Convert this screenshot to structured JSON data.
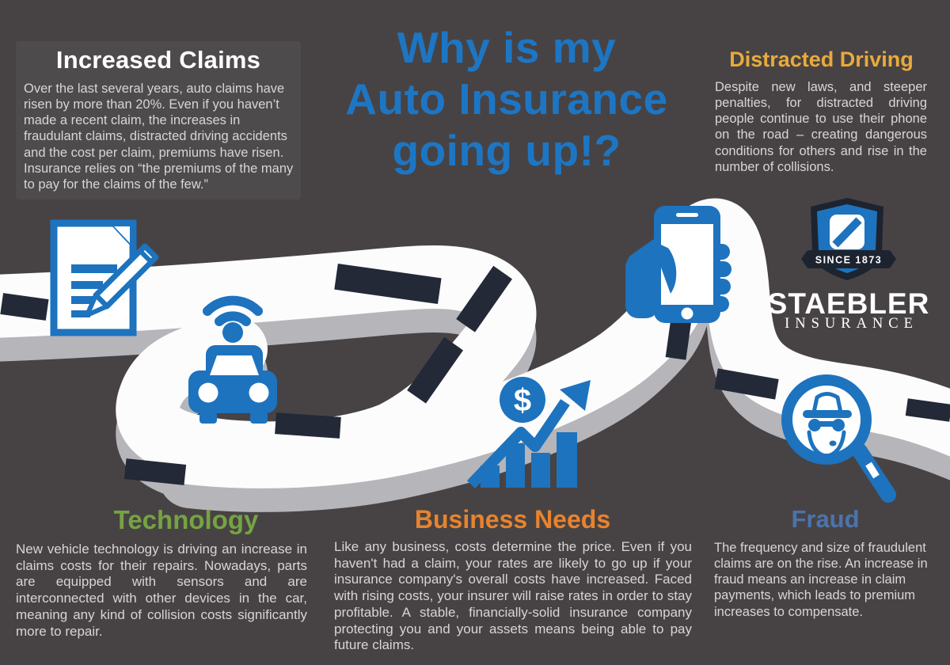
{
  "title": {
    "lines": [
      "Why is my",
      "Auto Insurance",
      "going up!?"
    ]
  },
  "sections": {
    "increased_claims": {
      "heading": "Increased Claims",
      "body": "Over the last several years, auto claims have risen by more than 20%. Even if you haven’t made a recent claim, the increases in fraudulant claims, distracted driving accidents and the cost per claim, premiums have risen. Insurance relies on “the premiums of the many to pay for the claims of the few.”"
    },
    "distracted_driving": {
      "heading": "Distracted Driving",
      "body": "Despite new laws, and steeper penalties, for distracted driving people continue to use their phone on the road – creating dangerous conditions for others and rise in the number of collisions."
    },
    "technology": {
      "heading": "Technology",
      "body": "New vehicle technology is driving an increase in claims costs for their repairs. Nowadays, parts are equipped with sensors and are interconnected with other devices in the car, meaning any kind of collision costs significantly more to repair."
    },
    "business_needs": {
      "heading": "Business Needs",
      "body": "Like any business, costs determine the price. Even if you haven't had a claim, your rates are likely to go up if your insurance company's overall costs have increased. Faced with rising costs, your insurer will raise rates in order to stay profitable. A stable, financially-solid insurance company protecting you and your assets means being able to pay future claims."
    },
    "fraud": {
      "heading": "Fraud",
      "body": "The frequency and size of fraudulent claims are on the rise. An increase in fraud means an increase in claim payments, which leads to premium increases to compensate."
    }
  },
  "logo": {
    "banner": "SINCE 1873",
    "name": "STAEBLER",
    "tagline": "INSURANCE"
  },
  "chart_icon": {
    "dollar_symbol": "$"
  },
  "icon_names": [
    "document-pencil-icon",
    "connected-car-icon",
    "phone-in-hand-icon",
    "dollar-growth-chart-icon",
    "fraud-magnifier-icon",
    "staebler-shield-icon"
  ],
  "colors": {
    "background": "#474344",
    "icon_blue": "#1d73be",
    "title_blue": "#1d76c4",
    "gold": "#e9aa3c",
    "green": "#76a342",
    "orange": "#e8832e",
    "steel_blue": "#4c73ad",
    "body_text": "#d7d5d7",
    "road_white": "#fcfcfd",
    "road_shadow": "#b6b5b9",
    "road_dash": "#232936",
    "logo_navy": "#1d2430"
  }
}
